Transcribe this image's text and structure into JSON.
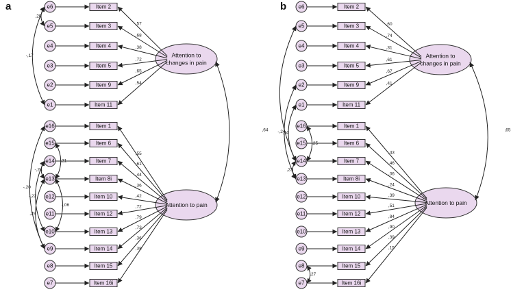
{
  "panels": [
    {
      "label": "a",
      "factors": [
        {
          "name": "Attention to\nchanges in pain"
        },
        {
          "name": "Attention to pain"
        }
      ],
      "items": [
        {
          "label": "Item 2",
          "error": "e6",
          "factor": 0,
          "loading": ",57"
        },
        {
          "label": "Item 3",
          "error": "e5",
          "factor": 0,
          "loading": ",68"
        },
        {
          "label": "Item 4",
          "error": "e4",
          "factor": 0,
          "loading": ",38"
        },
        {
          "label": "Item 5",
          "error": "e3",
          "factor": 0,
          "loading": ",72"
        },
        {
          "label": "Item 9",
          "error": "e2",
          "factor": 0,
          "loading": ",65"
        },
        {
          "label": "Item 11",
          "error": "e1",
          "factor": 0,
          "loading": ",54"
        },
        {
          "label": "Item 1",
          "error": "e16",
          "factor": 1,
          "loading": ",55"
        },
        {
          "label": "Item 6",
          "error": "e15",
          "factor": 1,
          "loading": ",61"
        },
        {
          "label": "Item 7",
          "error": "e14",
          "factor": 1,
          "loading": ",44"
        },
        {
          "label": "Item 8i",
          "error": "e13",
          "factor": 1,
          "loading": ",36"
        },
        {
          "label": "Item 10",
          "error": "e12",
          "factor": 1,
          "loading": ",42"
        },
        {
          "label": "Item 12",
          "error": "e11",
          "factor": 1,
          "loading": ",72"
        },
        {
          "label": "Item 13",
          "error": "e10",
          "factor": 1,
          "loading": ",79"
        },
        {
          "label": "Item 14",
          "error": "e9",
          "factor": 1,
          "loading": ",73"
        },
        {
          "label": "Item 15",
          "error": "e8",
          "factor": 1,
          "loading": ",36"
        },
        {
          "label": "Item 16i",
          "error": "e7",
          "factor": 1,
          "loading": ",38"
        }
      ],
      "factor_correlation": ",64",
      "error_covariances": [
        {
          "from": "e6",
          "to": "e5",
          "value": ",28"
        },
        {
          "from": "e6",
          "to": "e1",
          "value": "-,17"
        },
        {
          "from": "e15",
          "to": "e13",
          "value": ",21"
        },
        {
          "from": "e14",
          "to": "e13",
          "value": "-,24"
        },
        {
          "from": "e16",
          "to": "e9",
          "value": "-,20"
        },
        {
          "from": "e13",
          "to": "e10",
          "value": "-,06"
        },
        {
          "from": "e14",
          "to": "e10",
          "value": "-,22"
        },
        {
          "from": "e13",
          "to": "e9",
          "value": ",29"
        }
      ]
    },
    {
      "label": "b",
      "factors": [
        {
          "name": "Attention to\nchanges in pain"
        },
        {
          "name": "Attention to pain"
        }
      ],
      "items": [
        {
          "label": "Item 2",
          "error": "e6",
          "factor": 0,
          "loading": ",60"
        },
        {
          "label": "Item 3",
          "error": "e5",
          "factor": 0,
          "loading": ",74"
        },
        {
          "label": "Item 4",
          "error": "e4",
          "factor": 0,
          "loading": ",31"
        },
        {
          "label": "Item 5",
          "error": "e3",
          "factor": 0,
          "loading": ",61"
        },
        {
          "label": "Item 9",
          "error": "e2",
          "factor": 0,
          "loading": ",67"
        },
        {
          "label": "Item 11",
          "error": "e1",
          "factor": 0,
          "loading": ",41"
        },
        {
          "label": "Item 1",
          "error": "e16",
          "factor": 1,
          "loading": ",43"
        },
        {
          "label": "Item 6",
          "error": "e15",
          "factor": 1,
          "loading": ",46"
        },
        {
          "label": "Item 7",
          "error": "e14",
          "factor": 1,
          "loading": ",06"
        },
        {
          "label": "Item 8i",
          "error": "e13",
          "factor": 1,
          "loading": ",24"
        },
        {
          "label": "Item 10",
          "error": "e12",
          "factor": 1,
          "loading": ",39"
        },
        {
          "label": "Item 12",
          "error": "e11",
          "factor": 1,
          "loading": ",51"
        },
        {
          "label": "Item 13",
          "error": "e10",
          "factor": 1,
          "loading": ",84"
        },
        {
          "label": "Item 14",
          "error": "e9",
          "factor": 1,
          "loading": ",90"
        },
        {
          "label": "Item 15",
          "error": "e8",
          "factor": 1,
          "loading": ",39"
        },
        {
          "label": "Item 16i",
          "error": "e7",
          "factor": 1,
          "loading": ",15"
        }
      ],
      "factor_correlation": ",65",
      "error_covariances": [
        {
          "from": "e5",
          "to": "e14",
          "value": ""
        },
        {
          "from": "e2",
          "to": "e13",
          "value": "-,24"
        },
        {
          "from": "e16",
          "to": "e14",
          "value": ",25"
        },
        {
          "from": "e1",
          "to": "e14",
          "value": ",34"
        },
        {
          "from": "e14",
          "to": "e13",
          "value": ",23"
        },
        {
          "from": "e8",
          "to": "e7",
          "value": ",27"
        }
      ]
    }
  ]
}
